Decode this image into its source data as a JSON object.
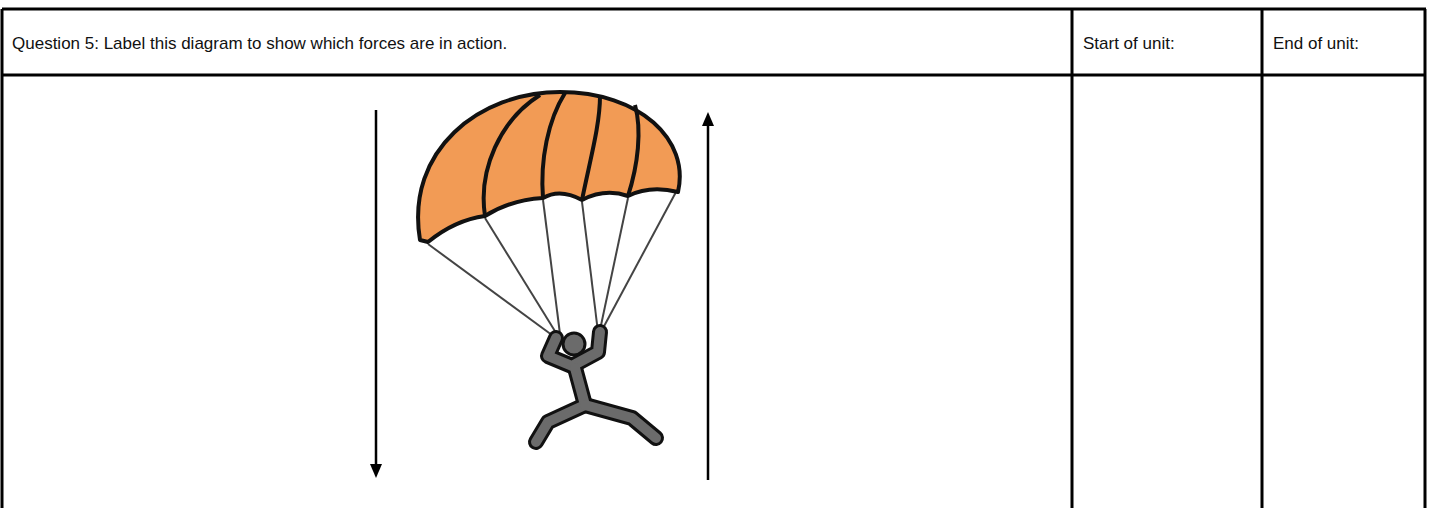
{
  "diagram": {
    "labels": [
      "Question 5: Label this diagram to show which forces are in action.",
      "Start of unit:",
      "End of unit:"
    ]
  }
}
